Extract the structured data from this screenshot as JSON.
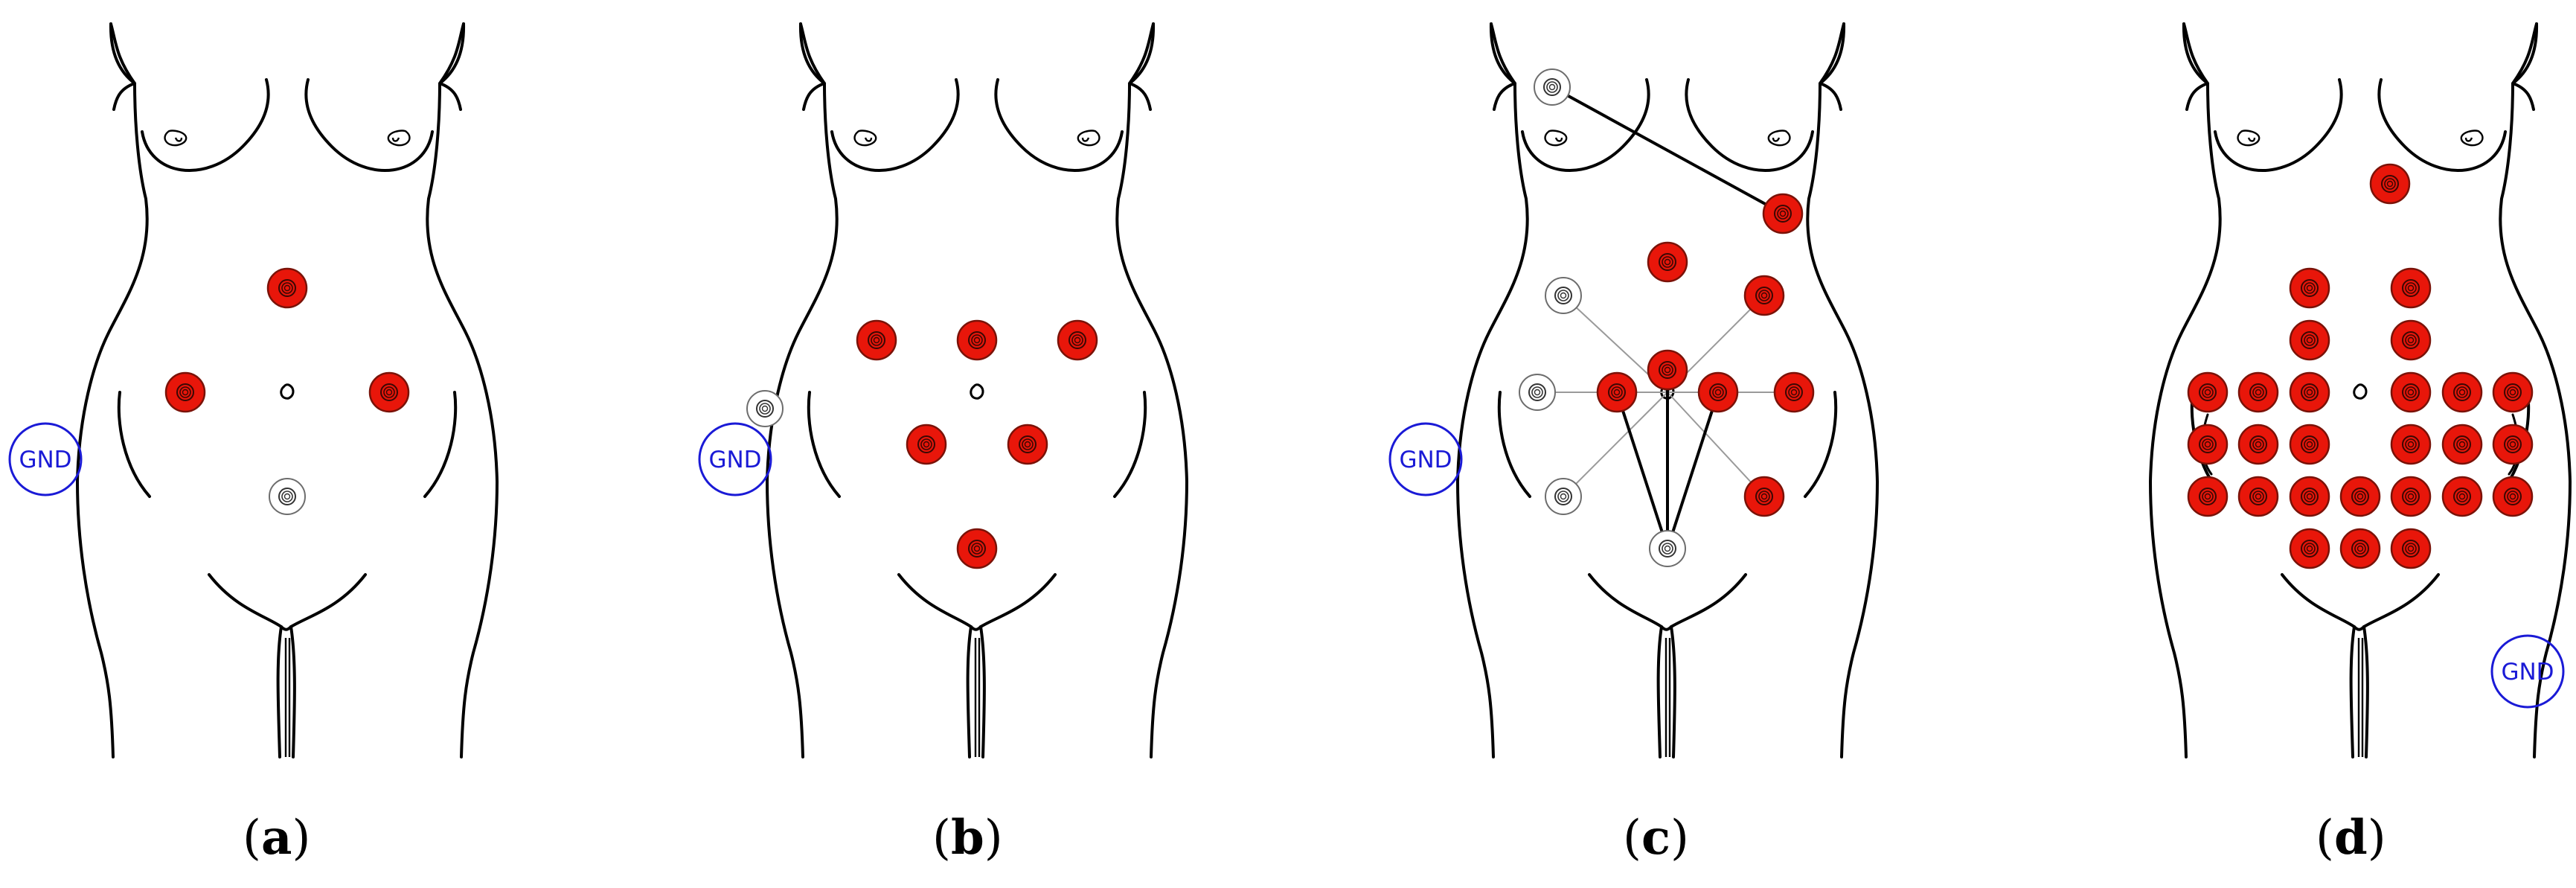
{
  "colors": {
    "active_electrode": "#e8160a",
    "active_electrode_stroke": "#7a1208",
    "inactive_electrode": "#ffffff",
    "ground": "#1a1ad6",
    "outline": "#000000",
    "thin_connector": "#9a9a9a"
  },
  "ground_label": "GND",
  "panels": [
    {
      "id": "a",
      "label": "a",
      "active": [
        [
          0,
          -140
        ],
        [
          -137,
          0
        ],
        [
          137,
          0
        ]
      ],
      "inactive": [
        [
          0,
          140
        ]
      ],
      "gnd": [
        -325,
        90
      ],
      "lines": []
    },
    {
      "id": "b",
      "label": "b",
      "active": [
        [
          -135,
          -70
        ],
        [
          0,
          -70
        ],
        [
          135,
          -70
        ],
        [
          -68,
          70
        ],
        [
          68,
          70
        ],
        [
          0,
          210
        ]
      ],
      "inactive": [
        [
          -285,
          22
        ]
      ],
      "gnd": [
        -325,
        90
      ],
      "lines": []
    },
    {
      "id": "c",
      "label": "c",
      "active": [
        [
          155,
          -240
        ],
        [
          0,
          -175
        ],
        [
          130,
          -130
        ],
        [
          0,
          -30
        ],
        [
          -68,
          0
        ],
        [
          68,
          0
        ],
        [
          170,
          0
        ],
        [
          130,
          140
        ]
      ],
      "inactive": [
        [
          -155,
          -410
        ],
        [
          -140,
          -130
        ],
        [
          -175,
          0
        ],
        [
          -140,
          140
        ],
        [
          0,
          210
        ]
      ],
      "gnd": [
        -325,
        90
      ],
      "lines": [
        {
          "from": [
            -155,
            -410
          ],
          "to": [
            155,
            -240
          ],
          "weight": "heavy"
        },
        {
          "from": [
            0,
            0
          ],
          "to": [
            -140,
            -130
          ],
          "weight": "light"
        },
        {
          "from": [
            0,
            0
          ],
          "to": [
            130,
            -130
          ],
          "weight": "light"
        },
        {
          "from": [
            0,
            0
          ],
          "to": [
            -175,
            0
          ],
          "weight": "light"
        },
        {
          "from": [
            0,
            0
          ],
          "to": [
            170,
            0
          ],
          "weight": "light"
        },
        {
          "from": [
            0,
            0
          ],
          "to": [
            -140,
            140
          ],
          "weight": "light"
        },
        {
          "from": [
            0,
            0
          ],
          "to": [
            130,
            140
          ],
          "weight": "light"
        },
        {
          "from": [
            0,
            -30
          ],
          "to": [
            0,
            210
          ],
          "weight": "heavy"
        },
        {
          "from": [
            -68,
            0
          ],
          "to": [
            0,
            210
          ],
          "weight": "heavy"
        },
        {
          "from": [
            68,
            0
          ],
          "to": [
            0,
            210
          ],
          "weight": "heavy"
        }
      ]
    },
    {
      "id": "d",
      "label": "d",
      "active": [
        [
          40,
          -280
        ],
        [
          -68,
          -140
        ],
        [
          68,
          -140
        ],
        [
          -68,
          -70
        ],
        [
          68,
          -70
        ],
        [
          -205,
          0
        ],
        [
          -137,
          0
        ],
        [
          -68,
          0
        ],
        [
          68,
          0
        ],
        [
          137,
          0
        ],
        [
          205,
          0
        ],
        [
          -205,
          70
        ],
        [
          -137,
          70
        ],
        [
          -68,
          70
        ],
        [
          68,
          70
        ],
        [
          137,
          70
        ],
        [
          205,
          70
        ],
        [
          -205,
          140
        ],
        [
          -137,
          140
        ],
        [
          -68,
          140
        ],
        [
          0,
          140
        ],
        [
          68,
          140
        ],
        [
          137,
          140
        ],
        [
          205,
          140
        ],
        [
          -68,
          210
        ],
        [
          0,
          210
        ],
        [
          68,
          210
        ]
      ],
      "inactive": [],
      "gnd": [
        225,
        375
      ],
      "lines": []
    }
  ]
}
